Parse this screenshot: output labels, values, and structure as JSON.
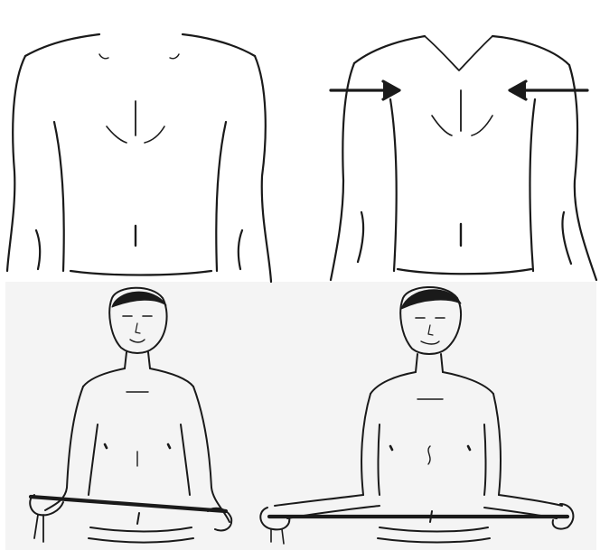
{
  "figure": {
    "panels": [
      {
        "id": "top-left",
        "subject": "torso-front-relaxed",
        "arrows": 0
      },
      {
        "id": "top-right",
        "subject": "torso-front-shoulders-squeezed",
        "arrows": 2
      },
      {
        "id": "bottom-left",
        "subject": "man-holding-band-hands-down",
        "arrows": 0
      },
      {
        "id": "bottom-right",
        "subject": "man-stretching-band-outward",
        "arrows": 0
      }
    ],
    "colors": {
      "line": "#1a1a1a",
      "panel_bg": "#ffffff",
      "lower_bg": "#f4f4f4"
    }
  }
}
